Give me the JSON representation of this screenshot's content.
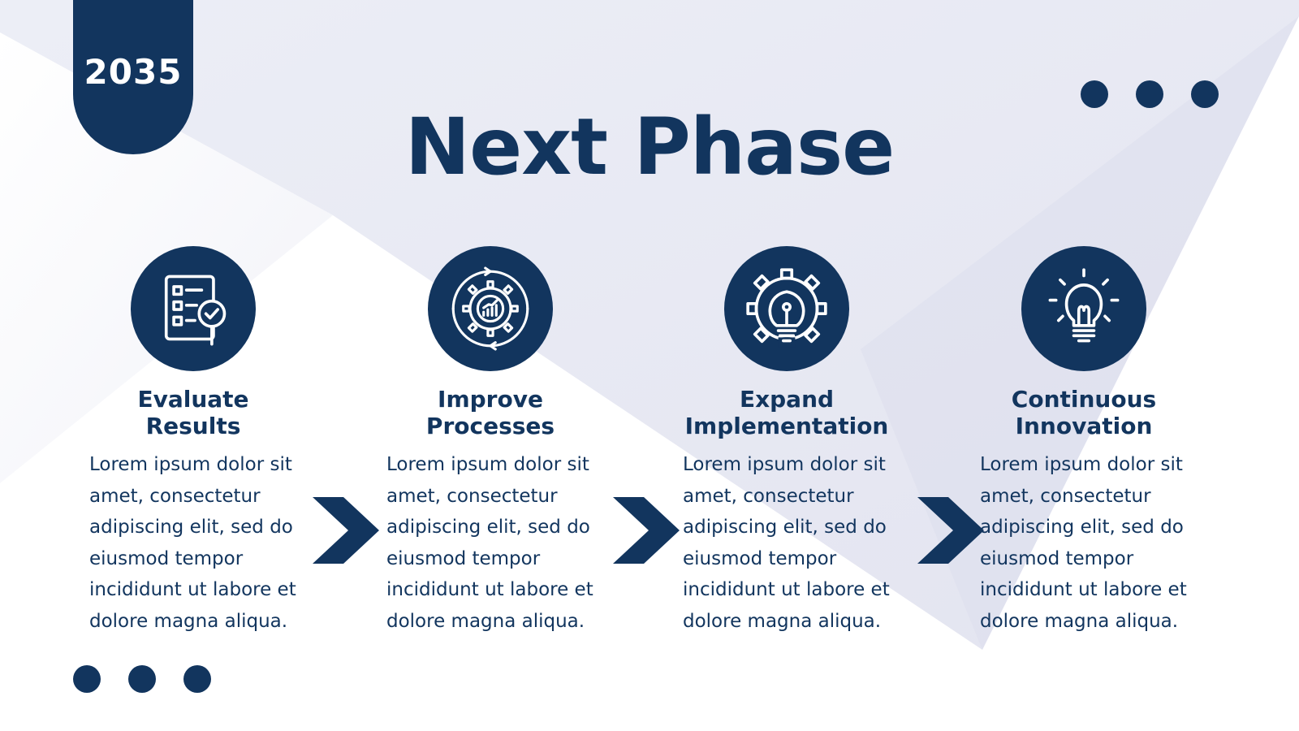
{
  "year": "2035",
  "title": "Next Phase",
  "colors": {
    "primary": "#12355e",
    "background": "#ffffff",
    "shape_light": "#e6e7f2"
  },
  "steps": [
    {
      "icon": "checklist-magnifier-icon",
      "line1": "Evaluate",
      "line2": "Results",
      "body": "Lorem ipsum dolor sit amet, consectetur adipiscing elit, sed do eiusmod tempor incididunt ut labore et dolore magna aliqua."
    },
    {
      "icon": "gear-growth-chart-icon",
      "line1": "Improve",
      "line2": "Processes",
      "body": "Lorem ipsum dolor sit amet, consectetur adipiscing elit, sed do eiusmod tempor incididunt ut labore et dolore magna aliqua."
    },
    {
      "icon": "gear-lightbulb-icon",
      "line1": "Expand",
      "line2": "Implementation",
      "body": "Lorem ipsum dolor sit amet, consectetur adipiscing elit, sed do eiusmod tempor incididunt ut labore et dolore magna aliqua."
    },
    {
      "icon": "lightbulb-icon",
      "line1": "Continuous",
      "line2": "Innovation",
      "body": "Lorem ipsum dolor sit amet, consectetur adipiscing elit, sed do eiusmod tempor incididunt ut labore et dolore magna aliqua."
    }
  ]
}
